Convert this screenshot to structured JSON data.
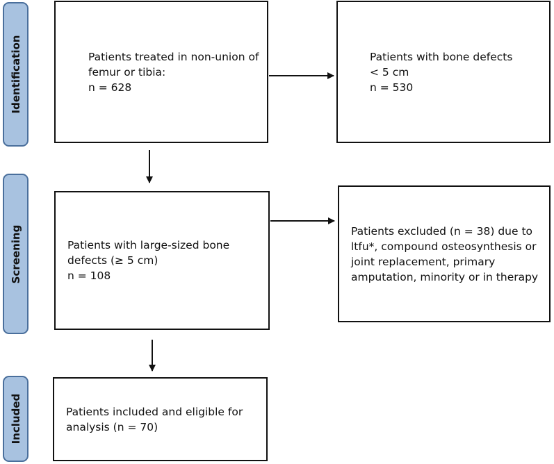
{
  "stages": {
    "identification": "Identification",
    "screening": "Screening",
    "included": "Included"
  },
  "boxes": {
    "treated": [
      "Patients treated in non-union of",
      "femur or tibia:",
      "n = 628"
    ],
    "small_defects": [
      "Patients with bone defects",
      "< 5 cm",
      "n = 530"
    ],
    "large_defects": [
      "Patients with large-sized bone",
      "defects (≥ 5 cm)",
      "n = 108"
    ],
    "excluded": [
      "Patients excluded (n = 38) due to",
      "ltfu*, compound osteosynthesis or",
      "joint replacement, primary",
      "amputation, minority or in therapy"
    ],
    "included": [
      "Patients included and eligible for",
      "analysis (n = 70)"
    ]
  },
  "colors": {
    "stage_fill": "#a8c2e0",
    "stage_border": "#4a6f9c",
    "line": "#111111"
  }
}
